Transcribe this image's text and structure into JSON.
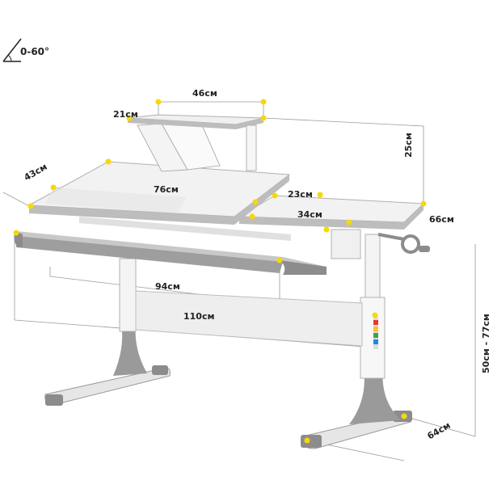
{
  "tilt": {
    "label": "0-60°"
  },
  "dimensions": {
    "shelf_width": "46см",
    "shelf_depth": "21см",
    "shelf_height": "25см",
    "tilt_top_depth": "43см",
    "tilt_top_width": "76см",
    "side_top_depth": "23см",
    "side_top_width": "34см",
    "total_depth": "66см",
    "drawer_width": "94см",
    "total_width": "110см",
    "height_range": "50см - 77см",
    "base_depth": "64см"
  },
  "colors": {
    "marker": "#f5d90a",
    "frame_gray": "#8c8c8c",
    "desk_white": "#f2f2f2",
    "desk_gray": "#bdbdbd",
    "dim_line": "#9a9a9a"
  }
}
